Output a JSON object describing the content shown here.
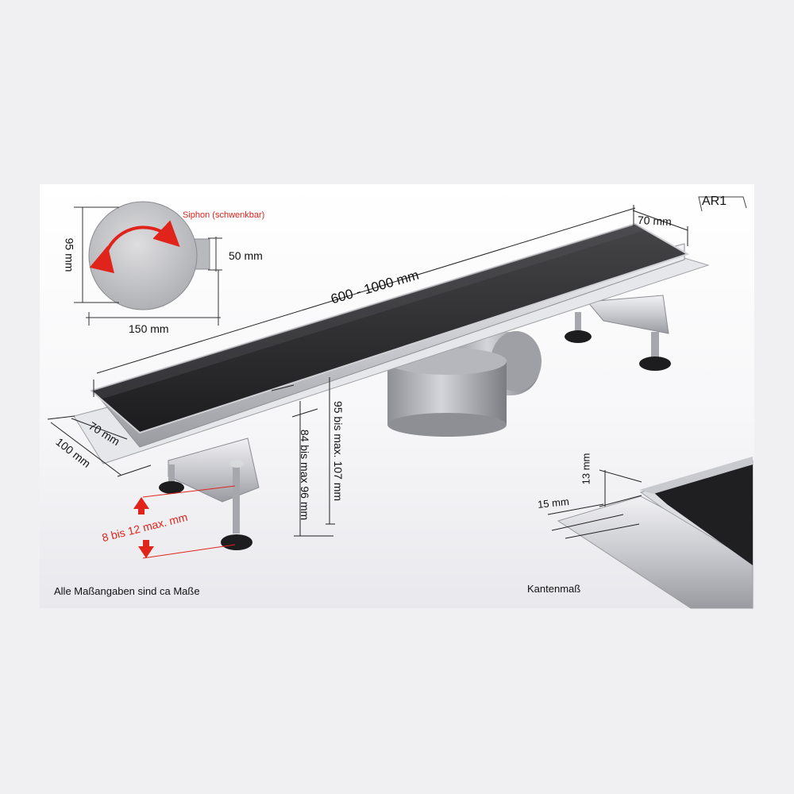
{
  "model_code": "AR1",
  "siphon": {
    "label": "Siphon (schwenkbar)",
    "height": "95 mm",
    "width": "150 mm",
    "outlet": "50 mm"
  },
  "channel": {
    "length": "600 - 1000 mm",
    "width_back": "70 mm",
    "width_front": "70 mm",
    "flange_width": "100 mm",
    "total_height": "95 bis max. 107 mm",
    "base_height": "84 bis max 96 mm",
    "leg_adjust": "8 bis 12 max. mm"
  },
  "edge_detail": {
    "height": "13 mm",
    "width": "15 mm",
    "caption": "Kantenmaß"
  },
  "footnote": "Alle Maßangaben sind ca Maße",
  "colors": {
    "accent_red": "#e0241b",
    "glass": "#2b2b2d",
    "steel": "#c8c9cd"
  }
}
